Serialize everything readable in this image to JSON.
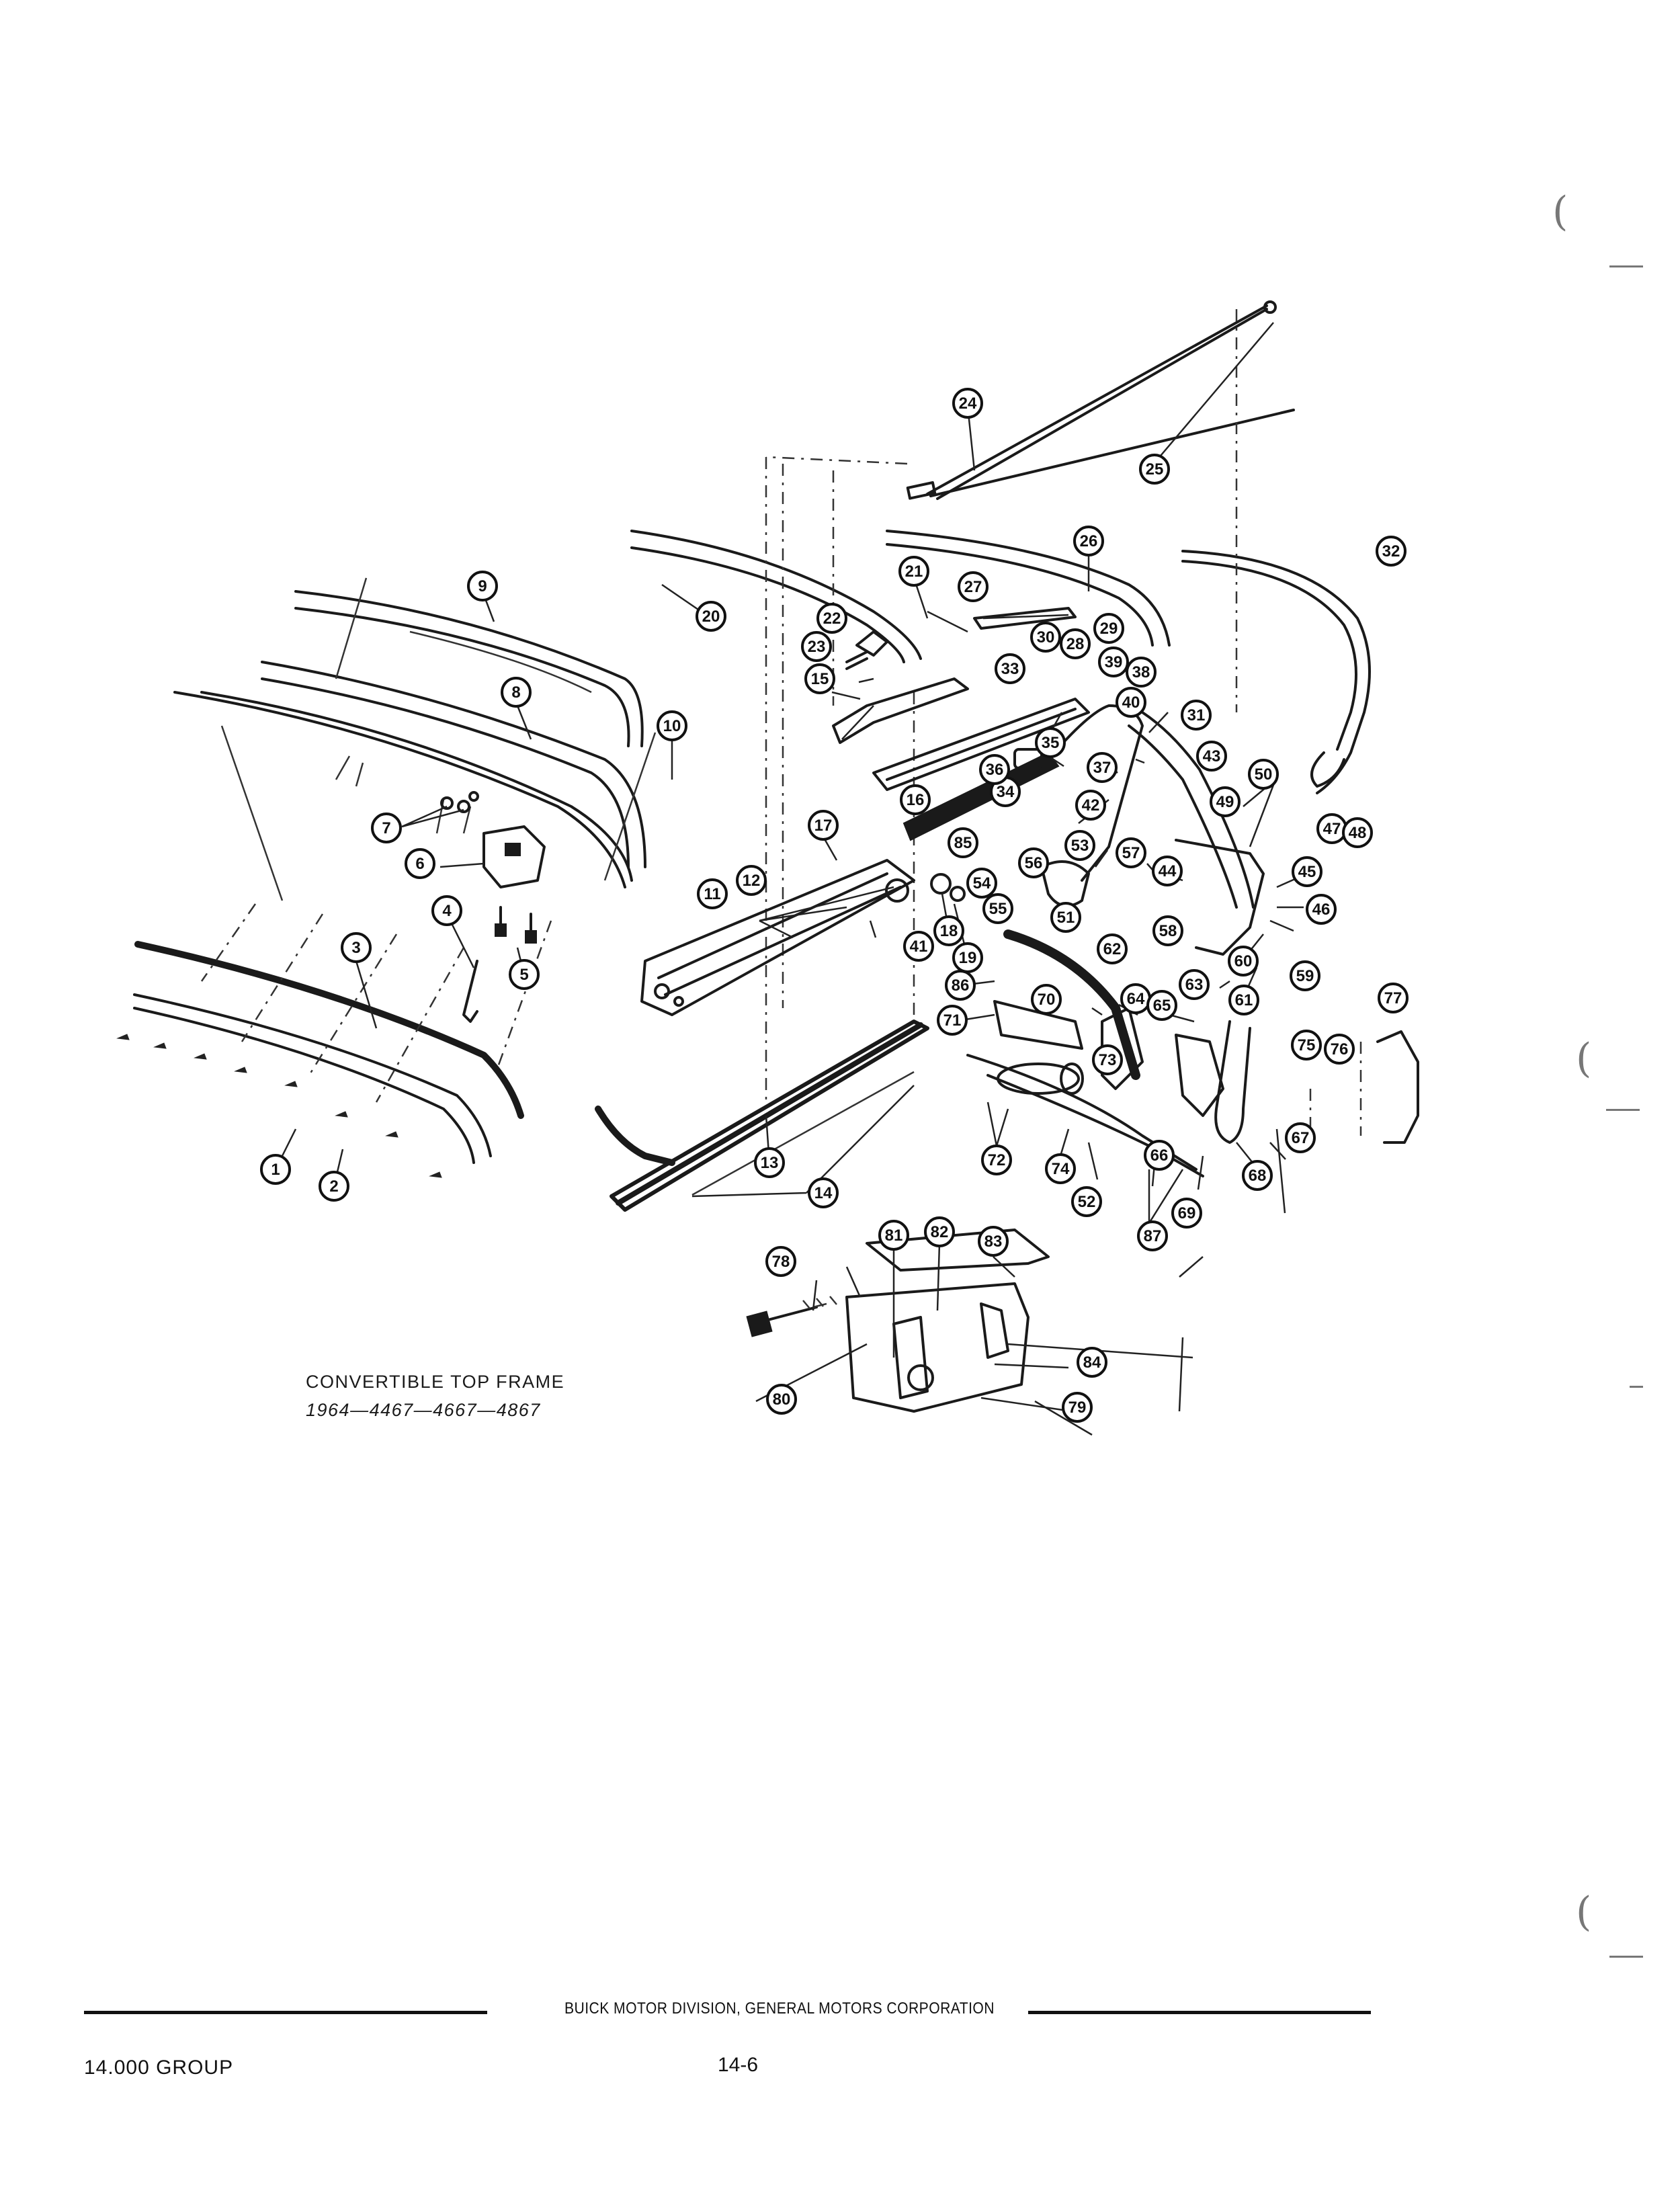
{
  "caption": {
    "title": "CONVERTIBLE TOP FRAME",
    "models": "1964—4467—4667—4867"
  },
  "footer": {
    "division": "BUICK MOTOR DIVISION, GENERAL MOTORS CORPORATION",
    "group": "14.000 GROUP",
    "page": "14-6"
  },
  "callouts": [
    "1",
    "2",
    "3",
    "4",
    "5",
    "6",
    "7",
    "8",
    "9",
    "10",
    "11",
    "12",
    "13",
    "14",
    "15",
    "16",
    "17",
    "18",
    "19",
    "20",
    "21",
    "22",
    "23",
    "24",
    "25",
    "26",
    "27",
    "28",
    "29",
    "30",
    "31",
    "32",
    "33",
    "34",
    "35",
    "36",
    "37",
    "38",
    "39",
    "40",
    "41",
    "42",
    "43",
    "44",
    "45",
    "46",
    "47",
    "48",
    "49",
    "50",
    "51",
    "52",
    "53",
    "54",
    "55",
    "56",
    "57",
    "58",
    "59",
    "60",
    "61",
    "62",
    "63",
    "64",
    "65",
    "66",
    "67",
    "68",
    "69",
    "70",
    "71",
    "72",
    "73",
    "74",
    "75",
    "76",
    "77",
    "78",
    "79",
    "80",
    "81",
    "82",
    "83",
    "84",
    "85",
    "86",
    "87"
  ],
  "colors": {
    "ink": "#1a1a1a",
    "paper": "#ffffff"
  }
}
